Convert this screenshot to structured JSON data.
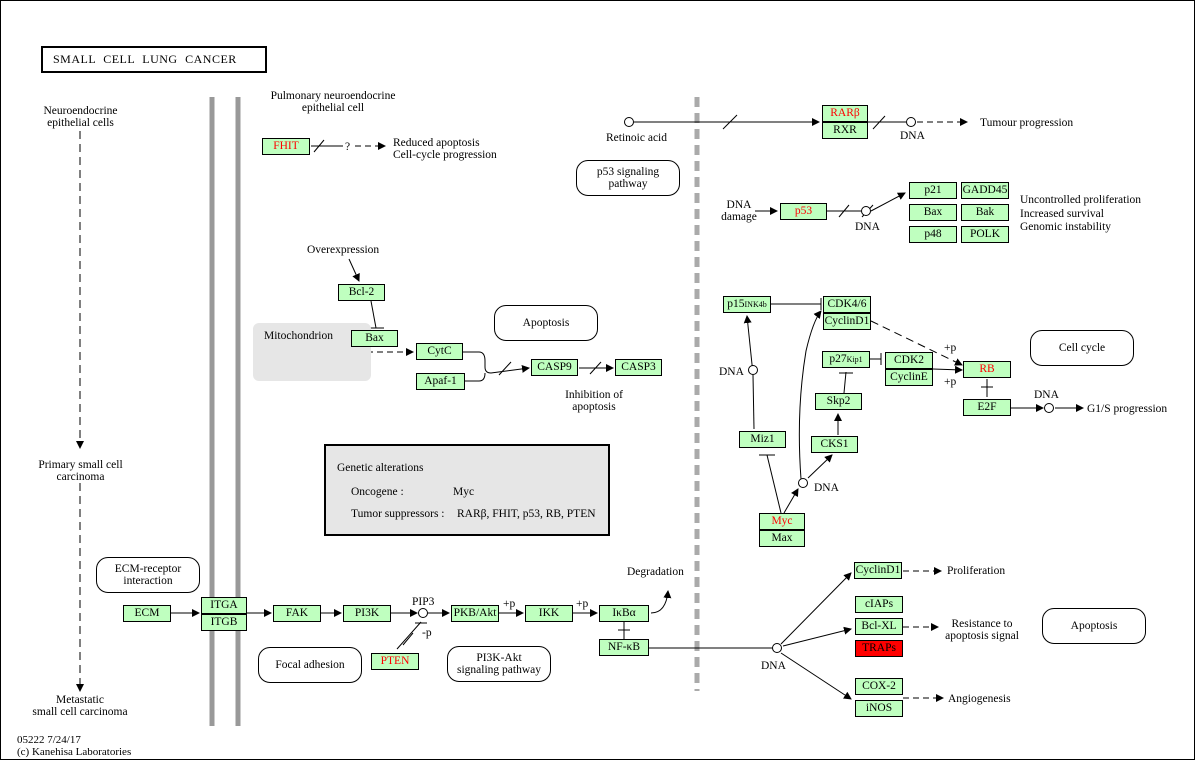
{
  "title": "SMALL CELL LUNG CANCER",
  "footer": {
    "id_date": "05222 7/24/17",
    "copyright": "(c) Kanehisa Laboratories"
  },
  "progression": {
    "neuroendocrine": "Neuroendocrine\nepithelial cells",
    "primary": "Primary small cell\ncarcinoma",
    "metastatic": "Metastatic\nsmall cell carcinoma"
  },
  "labels": {
    "pulmonary": "Pulmonary neuroendocrine\nepithelial cell",
    "reduced_apoptosis": "Reduced apoptosis\nCell-cycle progression",
    "question": "?",
    "overexpression": "Overexpression",
    "mitochondrion": "Mitochondrion",
    "inhibition_apoptosis": "Inhibition of\napoptosis",
    "retinoic_acid": "Retinoic acid",
    "dna": "DNA",
    "tumour_progression": "Tumour progression",
    "dna_damage": "DNA\ndamage",
    "uncontrolled": "Uncontrolled proliferation\nIncreased survival\nGenomic instability",
    "g1s": "G1/S progression",
    "plus_p": "+p",
    "minus_p": "-p",
    "pip3": "PIP3",
    "degradation": "Degradation",
    "proliferation": "Proliferation",
    "resistance": "Resistance to\napoptosis signal",
    "angiogenesis": "Angiogenesis"
  },
  "pathway_boxes": {
    "p53_signaling": "p53 signaling\npathway",
    "apoptosis_mid": "Apoptosis",
    "cell_cycle": "Cell cycle",
    "ecm_receptor": "ECM-receptor\ninteraction",
    "focal_adhesion": "Focal adhesion",
    "pi3k_akt": "PI3K-Akt\nsignaling pathway",
    "apoptosis_right": "Apoptosis"
  },
  "genetic_alterations": {
    "heading": "Genetic alterations",
    "oncogene_label": "Oncogene :",
    "oncogene_value": "Myc",
    "suppressor_label": "Tumor suppressors :",
    "suppressor_value": "RARβ, FHIT, p53, RB, PTEN"
  },
  "genes": {
    "fhit": "FHIT",
    "bcl2": "Bcl-2",
    "bax": "Bax",
    "cytc": "CytC",
    "apaf1": "Apaf-1",
    "casp9": "CASP9",
    "casp3": "CASP3",
    "rarb": "RARβ",
    "rxr": "RXR",
    "p53": "p53",
    "p21": "p21",
    "gadd45": "GADD45",
    "bax2": "Bax",
    "bak": "Bak",
    "p48": "p48",
    "polk": "POLK",
    "p15": "p15",
    "p15_sup": "INK4b",
    "cdk46": "CDK4/6",
    "cyclind1_cc": "CyclinD1",
    "p27": "p27",
    "p27_sup": "Kip1",
    "cdk2": "CDK2",
    "cycline": "CyclinE",
    "rb": "RB",
    "e2f": "E2F",
    "skp2": "Skp2",
    "cks1": "CKS1",
    "miz1": "Miz1",
    "myc": "Myc",
    "max": "Max",
    "ecm": "ECM",
    "itga": "ITGA",
    "itgb": "ITGB",
    "fak": "FAK",
    "pi3k": "PI3K",
    "pkb": "PKB/Akt",
    "ikk": "IKK",
    "ikba": "IκBα",
    "nfkb": "NF-κB",
    "pten": "PTEN",
    "cyclind1": "CyclinD1",
    "ciaps": "cIAPs",
    "bclxl": "Bcl-XL",
    "traps": "TRAPs",
    "cox2": "COX-2",
    "inos": "iNOS"
  },
  "colors": {
    "gene_fill": "#bfffbf",
    "highlight_text": "#ff0000",
    "red_fill": "#ff0000",
    "membrane": "#999999",
    "region": "#e6e6e6"
  }
}
